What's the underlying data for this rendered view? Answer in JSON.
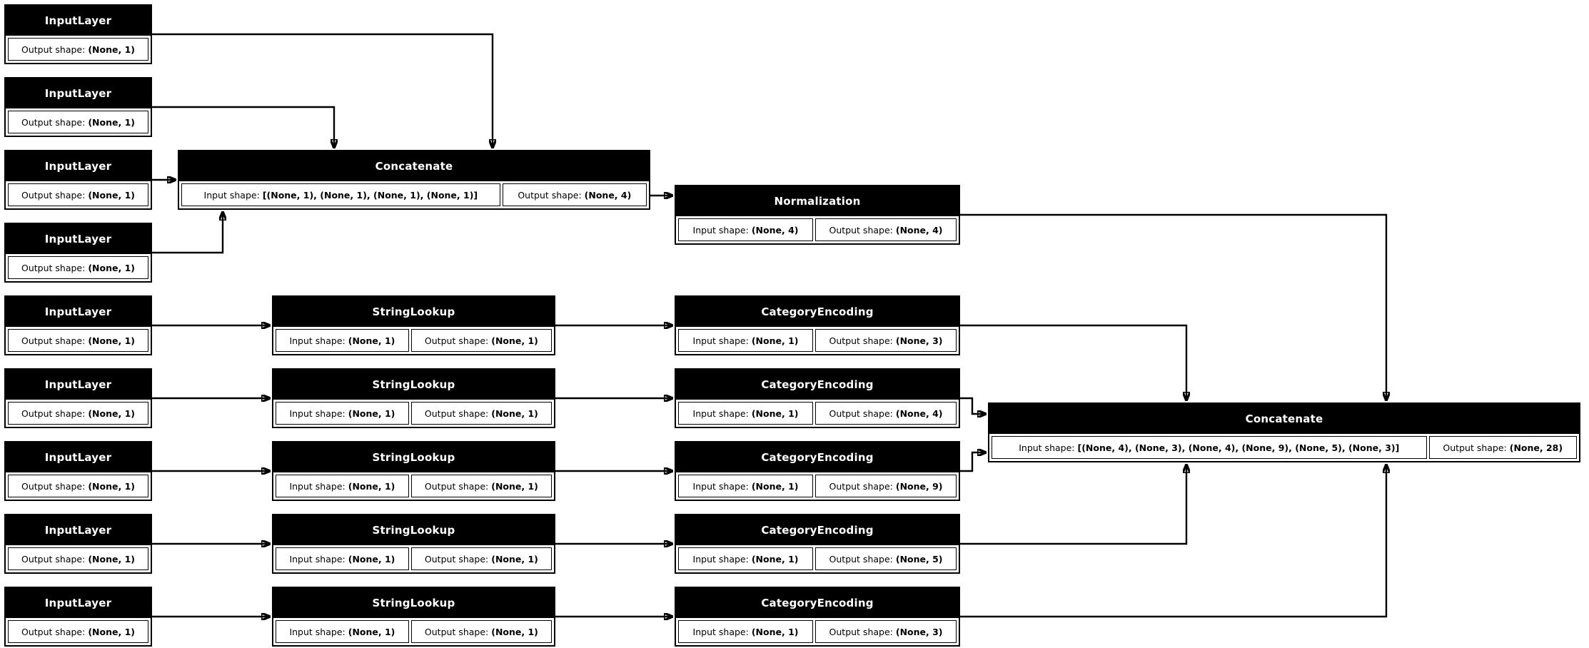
{
  "diagram": {
    "kind": "keras-model-plot",
    "colors": {
      "node_header_fill": "#000000",
      "node_header_text": "#ffffff",
      "cell_background": "#ffffff",
      "cell_text": "#000000",
      "edge": "#000000",
      "background": "#ffffff"
    },
    "nodes": [
      {
        "id": "input_1",
        "title": "InputLayer",
        "cells": [
          {
            "label": "Output shape:",
            "value": "(None, 1)"
          }
        ]
      },
      {
        "id": "input_2",
        "title": "InputLayer",
        "cells": [
          {
            "label": "Output shape:",
            "value": "(None, 1)"
          }
        ]
      },
      {
        "id": "input_3",
        "title": "InputLayer",
        "cells": [
          {
            "label": "Output shape:",
            "value": "(None, 1)"
          }
        ]
      },
      {
        "id": "input_4",
        "title": "InputLayer",
        "cells": [
          {
            "label": "Output shape:",
            "value": "(None, 1)"
          }
        ]
      },
      {
        "id": "concatenate_1",
        "title": "Concatenate",
        "cells": [
          {
            "label": "Input shape:",
            "value": "[(None, 1), (None, 1), (None, 1), (None, 1)]"
          },
          {
            "label": "Output shape:",
            "value": "(None, 4)"
          }
        ]
      },
      {
        "id": "normalization",
        "title": "Normalization",
        "cells": [
          {
            "label": "Input shape:",
            "value": "(None, 4)"
          },
          {
            "label": "Output shape:",
            "value": "(None, 4)"
          }
        ]
      },
      {
        "id": "input_5",
        "title": "InputLayer",
        "cells": [
          {
            "label": "Output shape:",
            "value": "(None, 1)"
          }
        ]
      },
      {
        "id": "string_lookup_1",
        "title": "StringLookup",
        "cells": [
          {
            "label": "Input shape:",
            "value": "(None, 1)"
          },
          {
            "label": "Output shape:",
            "value": "(None, 1)"
          }
        ]
      },
      {
        "id": "category_encoding_1",
        "title": "CategoryEncoding",
        "cells": [
          {
            "label": "Input shape:",
            "value": "(None, 1)"
          },
          {
            "label": "Output shape:",
            "value": "(None, 3)"
          }
        ]
      },
      {
        "id": "input_6",
        "title": "InputLayer",
        "cells": [
          {
            "label": "Output shape:",
            "value": "(None, 1)"
          }
        ]
      },
      {
        "id": "string_lookup_2",
        "title": "StringLookup",
        "cells": [
          {
            "label": "Input shape:",
            "value": "(None, 1)"
          },
          {
            "label": "Output shape:",
            "value": "(None, 1)"
          }
        ]
      },
      {
        "id": "category_encoding_2",
        "title": "CategoryEncoding",
        "cells": [
          {
            "label": "Input shape:",
            "value": "(None, 1)"
          },
          {
            "label": "Output shape:",
            "value": "(None, 4)"
          }
        ]
      },
      {
        "id": "input_7",
        "title": "InputLayer",
        "cells": [
          {
            "label": "Output shape:",
            "value": "(None, 1)"
          }
        ]
      },
      {
        "id": "string_lookup_3",
        "title": "StringLookup",
        "cells": [
          {
            "label": "Input shape:",
            "value": "(None, 1)"
          },
          {
            "label": "Output shape:",
            "value": "(None, 1)"
          }
        ]
      },
      {
        "id": "category_encoding_3",
        "title": "CategoryEncoding",
        "cells": [
          {
            "label": "Input shape:",
            "value": "(None, 1)"
          },
          {
            "label": "Output shape:",
            "value": "(None, 9)"
          }
        ]
      },
      {
        "id": "input_8",
        "title": "InputLayer",
        "cells": [
          {
            "label": "Output shape:",
            "value": "(None, 1)"
          }
        ]
      },
      {
        "id": "string_lookup_4",
        "title": "StringLookup",
        "cells": [
          {
            "label": "Input shape:",
            "value": "(None, 1)"
          },
          {
            "label": "Output shape:",
            "value": "(None, 1)"
          }
        ]
      },
      {
        "id": "category_encoding_4",
        "title": "CategoryEncoding",
        "cells": [
          {
            "label": "Input shape:",
            "value": "(None, 1)"
          },
          {
            "label": "Output shape:",
            "value": "(None, 5)"
          }
        ]
      },
      {
        "id": "input_9",
        "title": "InputLayer",
        "cells": [
          {
            "label": "Output shape:",
            "value": "(None, 1)"
          }
        ]
      },
      {
        "id": "string_lookup_5",
        "title": "StringLookup",
        "cells": [
          {
            "label": "Input shape:",
            "value": "(None, 1)"
          },
          {
            "label": "Output shape:",
            "value": "(None, 1)"
          }
        ]
      },
      {
        "id": "category_encoding_5",
        "title": "CategoryEncoding",
        "cells": [
          {
            "label": "Input shape:",
            "value": "(None, 1)"
          },
          {
            "label": "Output shape:",
            "value": "(None, 3)"
          }
        ]
      },
      {
        "id": "concatenate_2",
        "title": "Concatenate",
        "cells": [
          {
            "label": "Input shape:",
            "value": "[(None, 4), (None, 3), (None, 4), (None, 9), (None, 5), (None, 3)]"
          },
          {
            "label": "Output shape:",
            "value": "(None, 28)"
          }
        ]
      }
    ],
    "edges": [
      {
        "from": "input_1",
        "to": "concatenate_1"
      },
      {
        "from": "input_2",
        "to": "concatenate_1"
      },
      {
        "from": "input_3",
        "to": "concatenate_1"
      },
      {
        "from": "input_4",
        "to": "concatenate_1"
      },
      {
        "from": "concatenate_1",
        "to": "normalization"
      },
      {
        "from": "normalization",
        "to": "concatenate_2"
      },
      {
        "from": "input_5",
        "to": "string_lookup_1"
      },
      {
        "from": "string_lookup_1",
        "to": "category_encoding_1"
      },
      {
        "from": "category_encoding_1",
        "to": "concatenate_2"
      },
      {
        "from": "input_6",
        "to": "string_lookup_2"
      },
      {
        "from": "string_lookup_2",
        "to": "category_encoding_2"
      },
      {
        "from": "category_encoding_2",
        "to": "concatenate_2"
      },
      {
        "from": "input_7",
        "to": "string_lookup_3"
      },
      {
        "from": "string_lookup_3",
        "to": "category_encoding_3"
      },
      {
        "from": "category_encoding_3",
        "to": "concatenate_2"
      },
      {
        "from": "input_8",
        "to": "string_lookup_4"
      },
      {
        "from": "string_lookup_4",
        "to": "category_encoding_4"
      },
      {
        "from": "category_encoding_4",
        "to": "concatenate_2"
      },
      {
        "from": "input_9",
        "to": "string_lookup_5"
      },
      {
        "from": "string_lookup_5",
        "to": "category_encoding_5"
      },
      {
        "from": "category_encoding_5",
        "to": "concatenate_2"
      }
    ]
  }
}
